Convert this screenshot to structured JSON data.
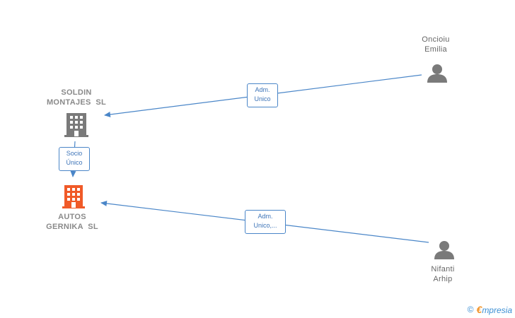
{
  "nodes": {
    "soldin": {
      "line1": "SOLDIN",
      "line2": "MONTAJES  SL",
      "type": "company"
    },
    "autos": {
      "line1": "AUTOS",
      "line2": "GERNIKA  SL",
      "type": "company-focus"
    },
    "oncioiu": {
      "line1": "Oncioiu",
      "line2": "Emilia",
      "type": "person"
    },
    "nifanti": {
      "line1": "Nifanti",
      "line2": "Arhip",
      "type": "person"
    }
  },
  "edges": {
    "oncioiu_soldin": {
      "line1": "Adm.",
      "line2": "Unico"
    },
    "soldin_autos": {
      "line1": "Socio",
      "line2": "Único"
    },
    "nifanti_autos": {
      "line1": "Adm.",
      "line2": "Unico,..."
    }
  },
  "colors": {
    "edge": "#4a86c8",
    "company_icon": "#7a7a7a",
    "focus_icon": "#f05a28",
    "person_icon": "#7a7a7a"
  },
  "footer": {
    "copyright_symbol": "©",
    "brand_initial": "€",
    "brand_rest": "mpresia"
  }
}
